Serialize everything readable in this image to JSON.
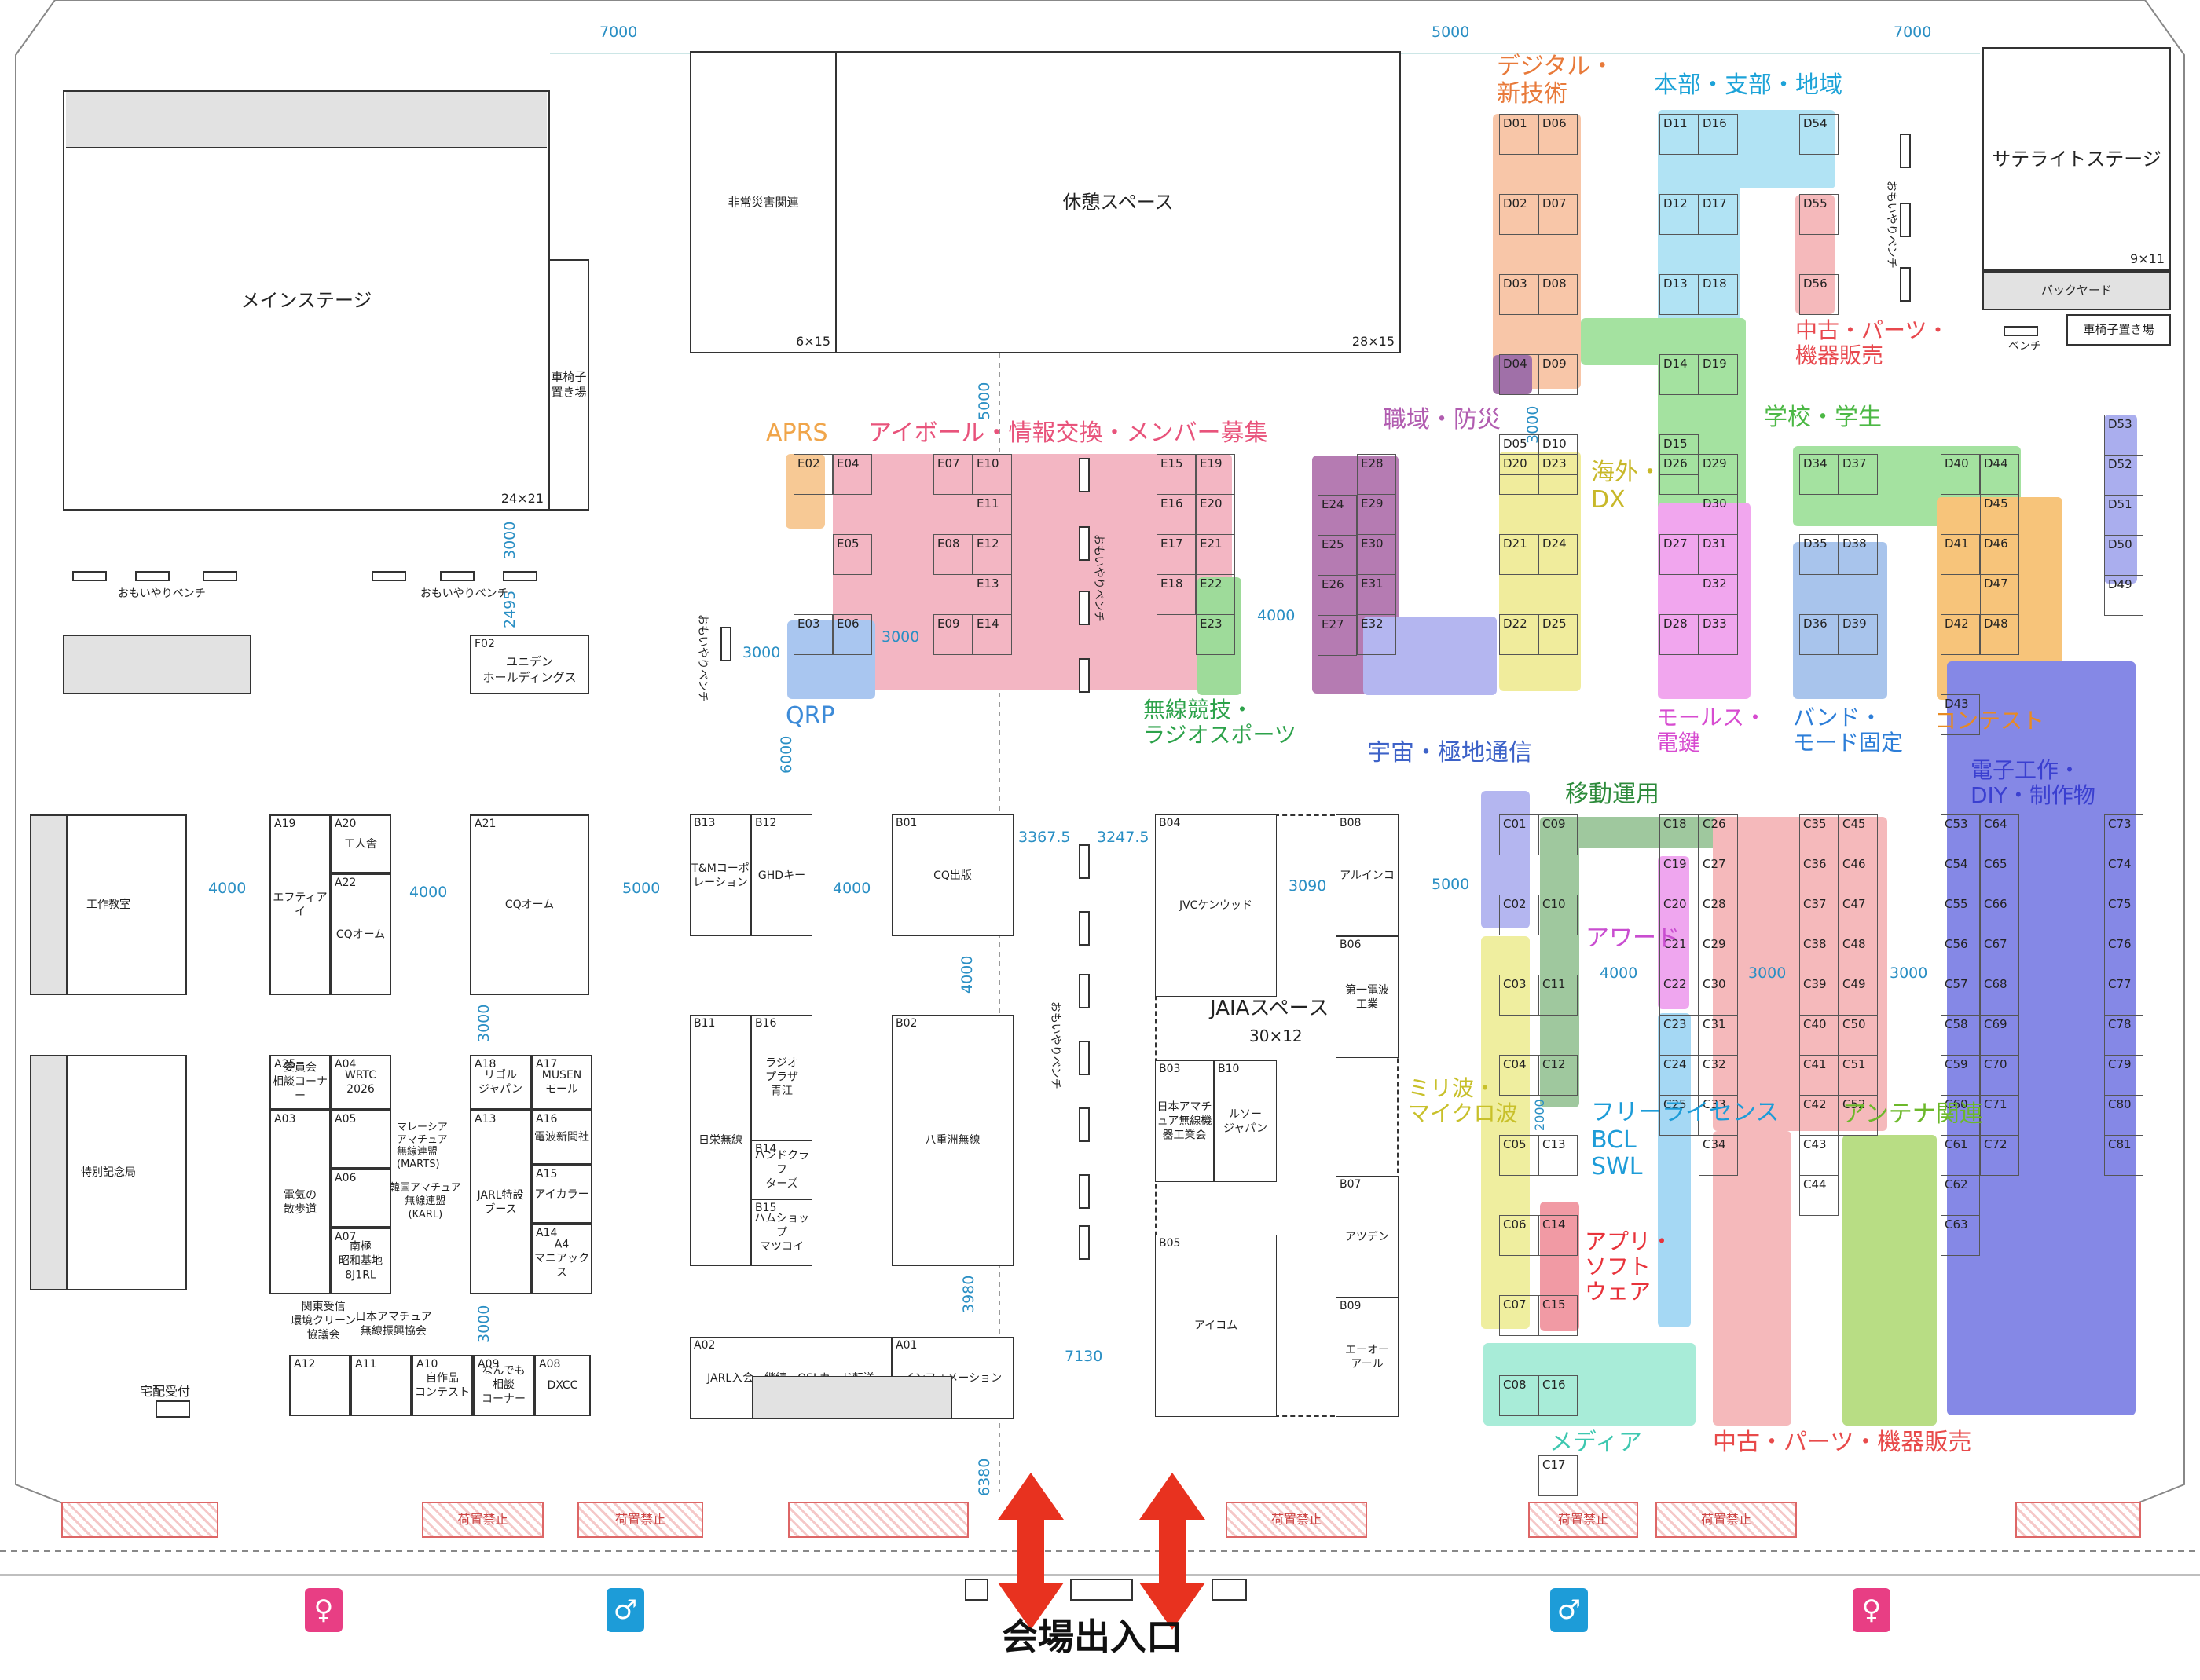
{
  "hall": {
    "exit_label": "会場出入口",
    "delivery_label": "宅配受付",
    "no_luggage": "荷置禁止"
  },
  "stages": {
    "main": {
      "id": "F01",
      "label": "メインステージ",
      "size": "24×21"
    },
    "wheelchair1": {
      "label": "車椅子\n置き場"
    },
    "rest": {
      "id": "E01",
      "label": "休憩スペース",
      "size": "28×15"
    },
    "disaster": {
      "label": "非常災害関連",
      "size": "6×15"
    },
    "satellite": {
      "label": "サテライトステージ",
      "size": "9×11"
    },
    "backyard": {
      "label": "バックヤード"
    },
    "wheelchair2": {
      "label": "車椅子置き場"
    },
    "bench_small": "ベンチ",
    "yuden": {
      "id": "F02",
      "label": "ユニデン\nホールディングス"
    }
  },
  "benches": {
    "label": "おもいやりベンチ"
  },
  "booths_a": [
    {
      "id": "A23",
      "label": "工作教室"
    },
    {
      "id": "A24",
      "label": "特別記念局"
    },
    {
      "id": "A19",
      "label": "エフティアイ"
    },
    {
      "id": "A20",
      "label": "工人舎"
    },
    {
      "id": "A22",
      "label": "CQオーム"
    },
    {
      "id": "A21",
      "label": "CQオーム"
    },
    {
      "id": "A25",
      "label": "委員会\n相談コーナー"
    },
    {
      "id": "A04",
      "label": "WRTC\n2026"
    },
    {
      "id": "A03",
      "label": "電気の\n散歩道"
    },
    {
      "id": "A05",
      "label": ""
    },
    {
      "id": "A06",
      "label": ""
    },
    {
      "id": "A07",
      "label": "南極\n昭和基地\n8J1RL"
    },
    {
      "id": "A18",
      "label": "リゴル\nジャパン"
    },
    {
      "id": "A17",
      "label": "MUSEN\nモール"
    },
    {
      "id": "A13",
      "label": "JARL特設\nブース"
    },
    {
      "id": "A16",
      "label": "電波新聞社"
    },
    {
      "id": "A15",
      "label": "アイカラー"
    },
    {
      "id": "A14",
      "label": "A4\nマニアックス"
    },
    {
      "id": "A12",
      "label": ""
    },
    {
      "id": "A11",
      "label": ""
    },
    {
      "id": "A10",
      "label": "自作品\nコンテスト"
    },
    {
      "id": "A09",
      "label": "なんでも\n相談\nコーナー"
    },
    {
      "id": "A08",
      "label": "DXCC"
    }
  ],
  "a_notes": {
    "marts": "マレーシア\nアマチュア\n無線連盟\n(MARTS)",
    "karl": "韓国アマチュア\n無線連盟\n(KARL)",
    "kanto": "関東受信\n環境クリーン\n協議会",
    "jarl_promo": "日本アマチュア\n無線振興協会"
  },
  "booths_b": [
    {
      "id": "B13",
      "label": "T&Mコーポ\nレーション"
    },
    {
      "id": "B12",
      "label": "GHDキー"
    },
    {
      "id": "B01",
      "label": "CQ出版"
    },
    {
      "id": "B11",
      "label": "日栄無線"
    },
    {
      "id": "B16",
      "label": "ラジオ\nプラザ\n青江"
    },
    {
      "id": "B14",
      "label": "ハンドクラフ\nターズ"
    },
    {
      "id": "B15",
      "label": "ハムショップ\nマツコイ"
    },
    {
      "id": "B02",
      "label": "八重洲無線"
    },
    {
      "id": "A02",
      "label": "JARL入会・継続・QSLカード転送"
    },
    {
      "id": "A01",
      "label": "インフォメーション"
    },
    {
      "id": "B04",
      "label": "JVCケンウッド"
    },
    {
      "id": "B08",
      "label": "アルインコ"
    },
    {
      "id": "B06",
      "label": "第一電波\n工業"
    },
    {
      "id": "B03",
      "label": "日本アマチ\nュア無線機\n器工業会"
    },
    {
      "id": "B10",
      "label": "ルソー\nジャパン"
    },
    {
      "id": "B07",
      "label": "アツデン"
    },
    {
      "id": "B05",
      "label": "アイコム"
    },
    {
      "id": "B09",
      "label": "エーオー\nアール"
    }
  ],
  "jaia": {
    "label": "JAIAスペース",
    "size": "30×12"
  },
  "categories": [
    {
      "key": "aprs",
      "label": "APRS",
      "color": "#f0a54a"
    },
    {
      "key": "eyeball",
      "label": "アイボール・情報交換・メンバー募集",
      "color": "#e8537b"
    },
    {
      "key": "qrp",
      "label": "QRP",
      "color": "#3d8bd8"
    },
    {
      "key": "contest_radio",
      "label": "無線競技・\nラジオスポーツ",
      "color": "#2ca24a"
    },
    {
      "key": "shokuiki",
      "label": "職域・防災",
      "color": "#b15cb0"
    },
    {
      "key": "space",
      "label": "宇宙・極地通信",
      "color": "#3d62c8"
    },
    {
      "key": "digital",
      "label": "デジタル・\n新技術",
      "color": "#e87a3a"
    },
    {
      "key": "kaigai",
      "label": "海外・\nDX",
      "color": "#c8b82a"
    },
    {
      "key": "honbu",
      "label": "本部・支部・地域",
      "color": "#1da3d8"
    },
    {
      "key": "used_top",
      "label": "中古・パーツ・\n機器販売",
      "color": "#e8484e"
    },
    {
      "key": "school",
      "label": "学校・学生",
      "color": "#4cb845"
    },
    {
      "key": "morse",
      "label": "モールス・\n電鍵",
      "color": "#d74bd0"
    },
    {
      "key": "band",
      "label": "バンド・\nモード固定",
      "color": "#2d7ed8"
    },
    {
      "key": "contest",
      "label": "コンテスト",
      "color": "#e88a22"
    },
    {
      "key": "diy",
      "label": "電子工作・\nDIY・制作物",
      "color": "#3a3fd0"
    },
    {
      "key": "mobile",
      "label": "移動運用",
      "color": "#2c8a3a"
    },
    {
      "key": "award",
      "label": "アワード",
      "color": "#c94dd0"
    },
    {
      "key": "mw",
      "label": "ミリ波・\nマイクロ波",
      "color": "#c8c02a"
    },
    {
      "key": "free",
      "label": "フリーライセンス\nBCL\nSWL",
      "color": "#1d9cd8"
    },
    {
      "key": "antenna",
      "label": "アンテナ関連",
      "color": "#6cb82a"
    },
    {
      "key": "app",
      "label": "アプリ・\nソフト\nウェア",
      "color": "#e8323a"
    },
    {
      "key": "media",
      "label": "メディア",
      "color": "#3ec8b0"
    },
    {
      "key": "used_bottom",
      "label": "中古・パーツ・機器販売",
      "color": "#e84a4a"
    }
  ],
  "dimensions": {
    "top_left": "7000",
    "top_mid": "5000",
    "top_right": "7000",
    "d3000": "3000",
    "d2495": "2495",
    "d4000": "4000",
    "d5000": "5000",
    "d6000": "6000",
    "d3367": "3367.5",
    "d3247": "3247.5",
    "d3090": "3090",
    "d3980": "3980",
    "d7130": "7130",
    "d6380": "6380",
    "d2000": "2000"
  }
}
